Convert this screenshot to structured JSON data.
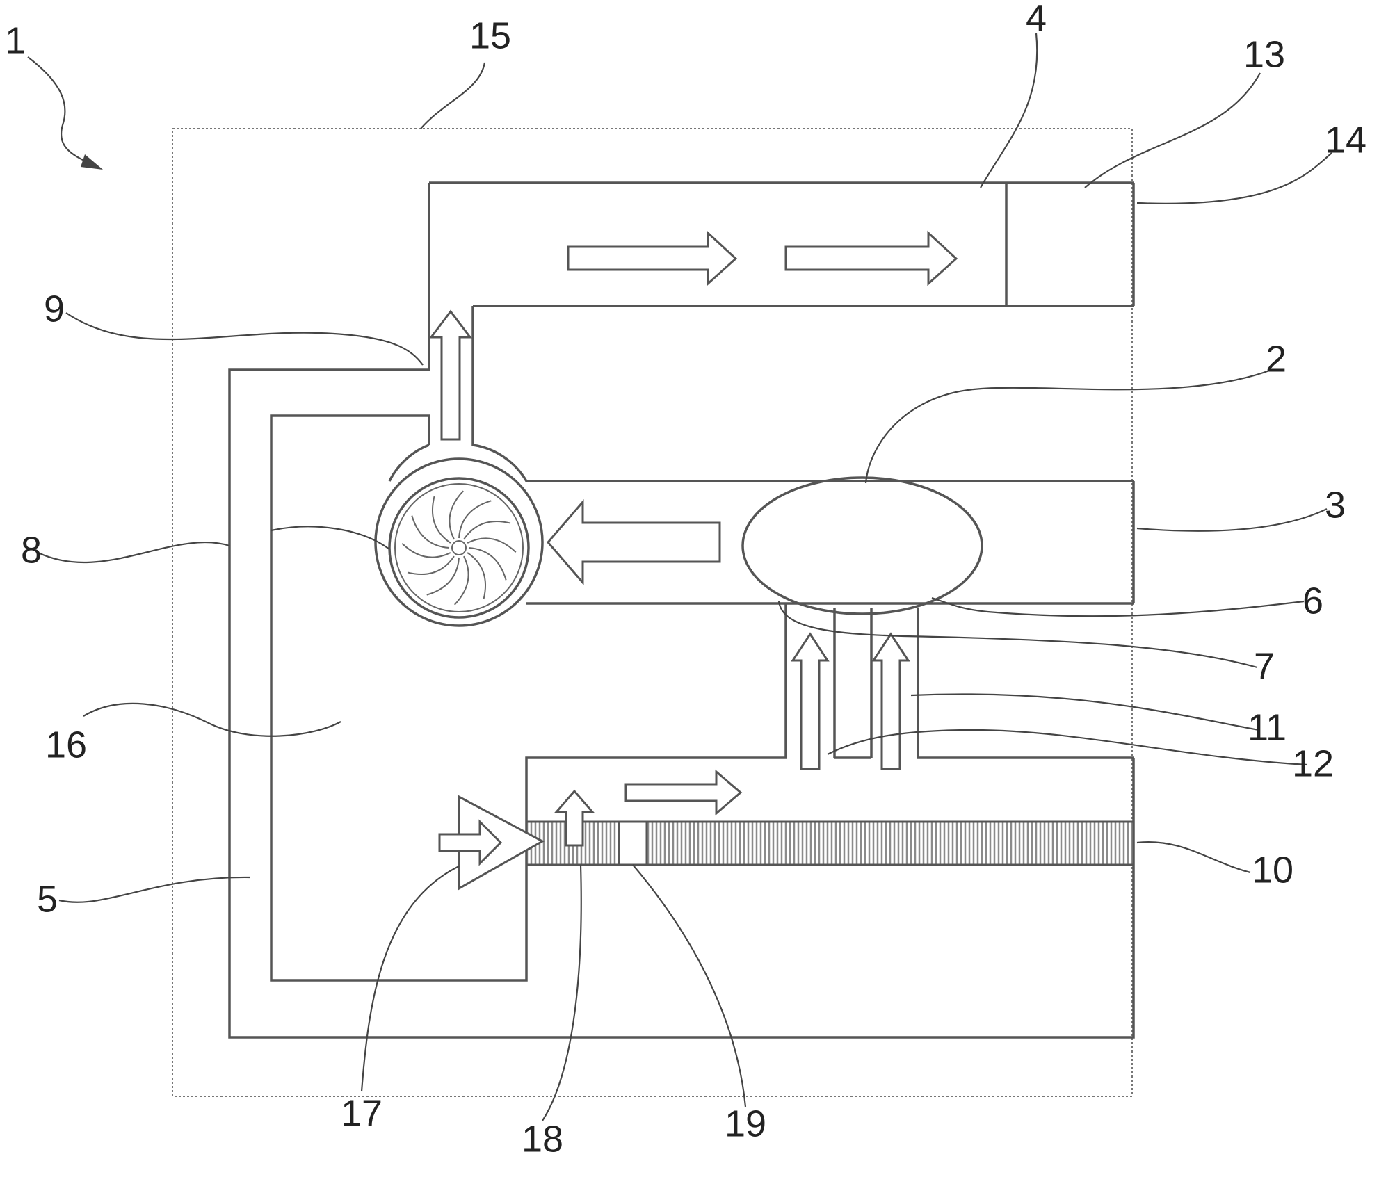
{
  "labels": {
    "l1": "1",
    "l2": "2",
    "l3": "3",
    "l4": "4",
    "l5": "5",
    "l6": "6",
    "l7": "7",
    "l8": "8",
    "l9": "9",
    "l10": "10",
    "l11": "11",
    "l12": "12",
    "l13": "13",
    "l14": "14",
    "l15": "15",
    "l16": "16",
    "l17": "17",
    "l18": "18",
    "l19": "19"
  },
  "colors": {
    "line": "#555555",
    "hatch": "#8a8a8a",
    "text": "#222222"
  }
}
